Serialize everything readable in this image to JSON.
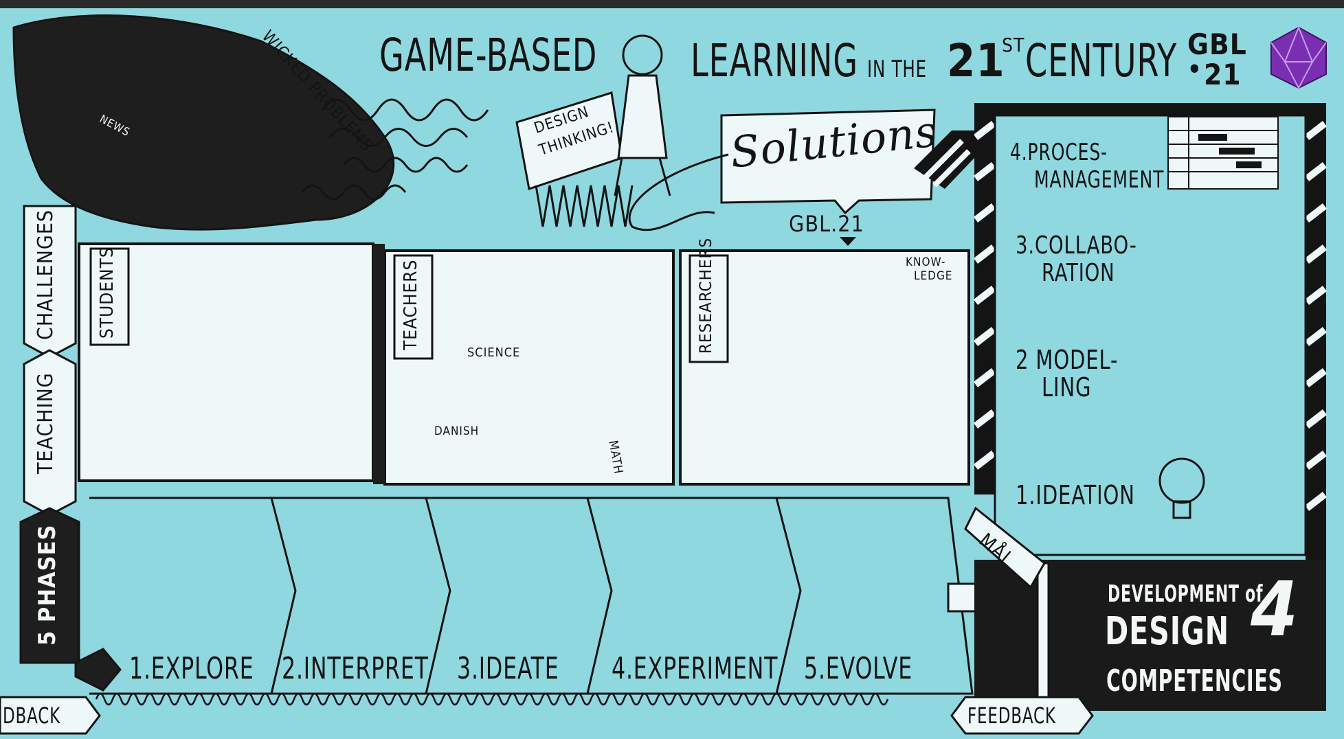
{
  "title": {
    "part1": "GAME-BASED",
    "part2": "LEARNING",
    "part3": "IN THE",
    "part4": "21",
    "part5": "ST",
    "part6": "CENTURY"
  },
  "logo": {
    "line1": "GBL",
    "line2": "21",
    "dot": "•"
  },
  "wicked_problems": "WICKED PROBLEMS",
  "news_label": "NEWS",
  "design_thinking": {
    "line1": "DESIGN",
    "line2": "THINKING!"
  },
  "solutions": "Solutions",
  "gbl21": "GBL.21",
  "knowledge": {
    "line1": "KNOW-",
    "line2": "LEDGE"
  },
  "side_labels": {
    "challenges": "CHALLENGES",
    "teaching": "TEACHING",
    "phases": "5 PHASES"
  },
  "panels": {
    "students": "STUDENTS",
    "teachers": "TEACHERS",
    "researchers": "RESEARCHERS",
    "science": "SCIENCE",
    "danish": "DANISH",
    "math": "MATH"
  },
  "competencies": [
    {
      "line1": "4.PROCES-",
      "line2": "MANAGEMENT"
    },
    {
      "line1": "3.COLLABO-",
      "line2": "RATION"
    },
    {
      "line1": "2 MODEL-",
      "line2": "LING"
    },
    {
      "line1": "1.IDEATION",
      "line2": ""
    }
  ],
  "phases": [
    "1.EXPLORE",
    "2.INTERPRET",
    "3.IDEATE",
    "4.EXPERIMENT",
    "5.EVOLVE"
  ],
  "mal": "MÅL",
  "development": {
    "line1": "DEVELOPMENT of",
    "line2": "DESIGN",
    "line3": "COMPETENCIES",
    "number": "4"
  },
  "feedback_left": "DBACK",
  "feedback_right": "FEEDBACK",
  "colors": {
    "background": "#8fd8e0",
    "ink": "#141414",
    "logo_purple": "#7a2fb3"
  }
}
